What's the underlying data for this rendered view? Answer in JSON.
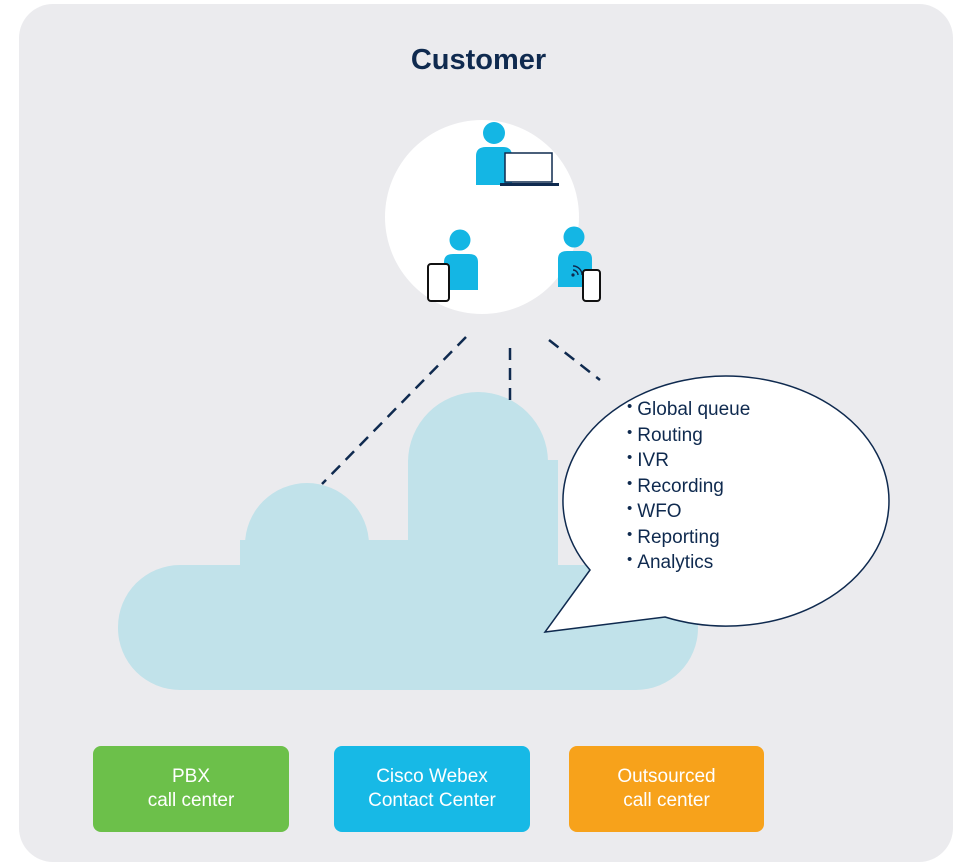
{
  "diagram": {
    "title": "Customer",
    "features": [
      "Global queue",
      "Routing",
      "IVR",
      "Recording",
      "WFO",
      "Reporting",
      "Analytics"
    ],
    "boxes": [
      {
        "line1": "PBX",
        "line2": "call center",
        "color": "#6cc04a"
      },
      {
        "line1": "Cisco Webex",
        "line2": "Contact Center",
        "color": "#17b9e6"
      },
      {
        "line1": "Outsourced",
        "line2": "call center",
        "color": "#f7a21b"
      }
    ],
    "colors": {
      "panel": "#ebebee",
      "cloud": "#c1e2ea",
      "person": "#14b6e4",
      "title": "#0f2a4f",
      "line": "#0f2a4f"
    },
    "icons": [
      "person-laptop-icon",
      "person-mobile-icon",
      "person-wireless-mobile-icon"
    ]
  }
}
